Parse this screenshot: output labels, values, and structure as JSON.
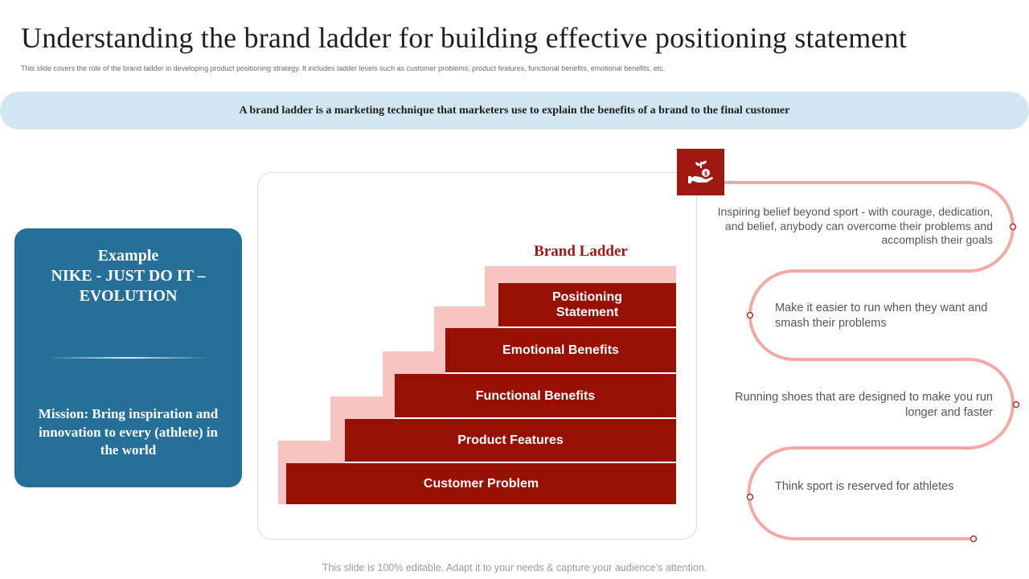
{
  "title": "Understanding the brand ladder for building effective positioning statement",
  "subtitle": "This slide covers the role of the brand ladder in developing product positioning strategy. It includes ladder levels such as customer problems, product features, functional benefits, emotional benefits, etc.",
  "banner": "A brand ladder is a marketing technique that marketers use to explain the benefits of a brand to the final customer",
  "example": {
    "heading_line1": "Example",
    "heading_line2": "NIKE - JUST DO IT –",
    "heading_line3": "EVOLUTION",
    "mission": "Mission: Bring inspiration and innovation to every (athlete) in the world"
  },
  "ladder": {
    "title": "Brand Ladder",
    "steps": [
      {
        "label_line1": "Positioning",
        "label_line2": "Statement"
      },
      {
        "label": "Emotional Benefits"
      },
      {
        "label": "Functional Benefits"
      },
      {
        "label": "Product Features"
      },
      {
        "label": "Customer Problem"
      }
    ]
  },
  "details": [
    "Inspiring belief beyond sport - with courage, dedication, and belief, anybody can overcome their problems and accomplish their goals",
    "Make it easier to run when they want and smash their problems",
    "Running shoes that are designed to make you run longer and faster",
    "Think sport is reserved for athletes"
  ],
  "icon": "hand-holding-money-plant-icon",
  "colors": {
    "accent_red": "#980f04",
    "pink": "#f7c4c2",
    "card_blue": "#256f99",
    "banner_blue": "#d1e6f1",
    "curve_pink": "#f2aaa6"
  },
  "footer": "This slide is 100% editable. Adapt it to your needs & capture your audience’s attention."
}
